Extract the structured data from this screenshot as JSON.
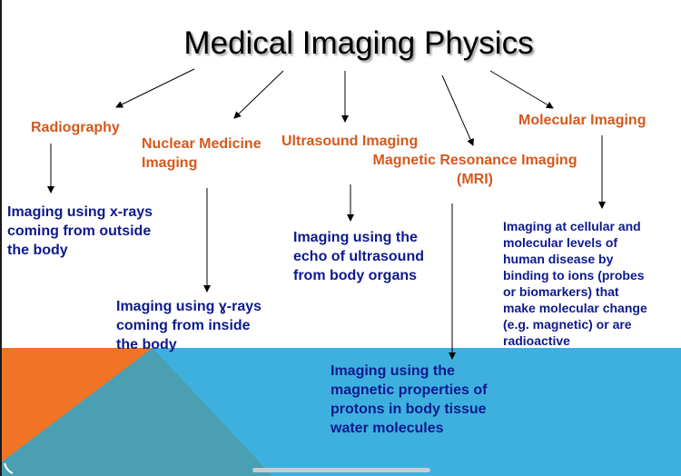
{
  "title": "Medical Imaging Physics",
  "categories": {
    "radiography": "Radiography",
    "nuclear": "Nuclear Medicine\nImaging",
    "ultrasound": "Ultrasound Imaging",
    "mri": "Magnetic Resonance Imaging\n(MRI)",
    "molecular": "Molecular Imaging"
  },
  "descriptions": {
    "radiography": "Imaging using x-rays\ncoming from outside\nthe body",
    "nuclear": "Imaging using ɣ-rays\ncoming from inside\nthe body",
    "ultrasound": "Imaging using the\necho of ultrasound\nfrom body organs",
    "mri": "Imaging using the\nmagnetic properties of\nprotons in body tissue\nwater molecules",
    "molecular": "Imaging at cellular and\nmolecular levels of\nhuman disease by\nbinding to ions (probes\nor biomarkers) that\nmake molecular change\n(e.g. magnetic) or are\nradioactive"
  },
  "colors": {
    "category_text": "#d4591b",
    "description_text": "#0d1a8c",
    "band_blue": "#3eb0e0",
    "band_orange": "#f07326",
    "band_teal": "#4a9fb2"
  }
}
